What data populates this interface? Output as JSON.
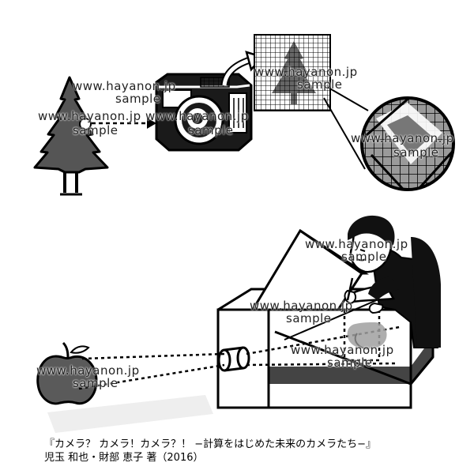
{
  "watermark": {
    "url": "www.hayanon.jp",
    "label": "sample"
  },
  "caption": {
    "title": "『カメラ？ カメラ！カメラ？！ −計算をはじめた未来のカメラたち−』",
    "authors": "児玉 和也・財部 恵子 著（2016）"
  },
  "colors": {
    "ink": "#000000",
    "tree_fill": "#555555",
    "apple_fill": "#5a5a5a",
    "box_dark": "#444444",
    "paper": "#ffffff"
  }
}
